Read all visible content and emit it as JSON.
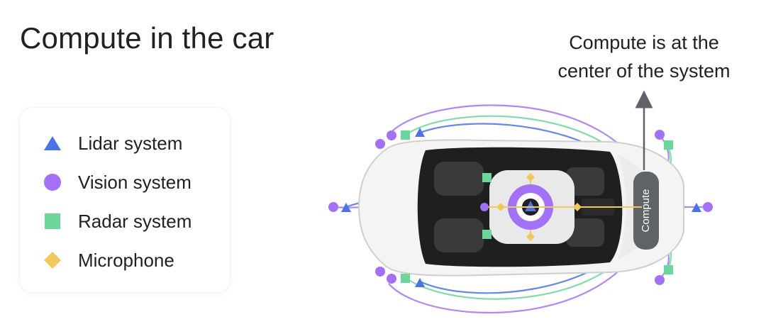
{
  "title": "Compute in the car",
  "callout": {
    "line1": "Compute is at the",
    "line2": "center of the system"
  },
  "legend": [
    {
      "label": "Lidar system",
      "shape": "triangle-icon",
      "color": "#4a74e6"
    },
    {
      "label": "Vision system",
      "shape": "circle-icon",
      "color": "#a371f7"
    },
    {
      "label": "Radar system",
      "shape": "square-icon",
      "color": "#6dd69a"
    },
    {
      "label": "Microphone",
      "shape": "diamond-icon",
      "color": "#f2c75c"
    }
  ],
  "compute_label": "Compute",
  "colors": {
    "lidar": "#4a74e6",
    "vision": "#a371f7",
    "radar": "#6dd69a",
    "microphone": "#f2c75c",
    "compute_box": "#5f6368",
    "car_body": "#f4f4f4",
    "glass": "#1f1f1f"
  }
}
